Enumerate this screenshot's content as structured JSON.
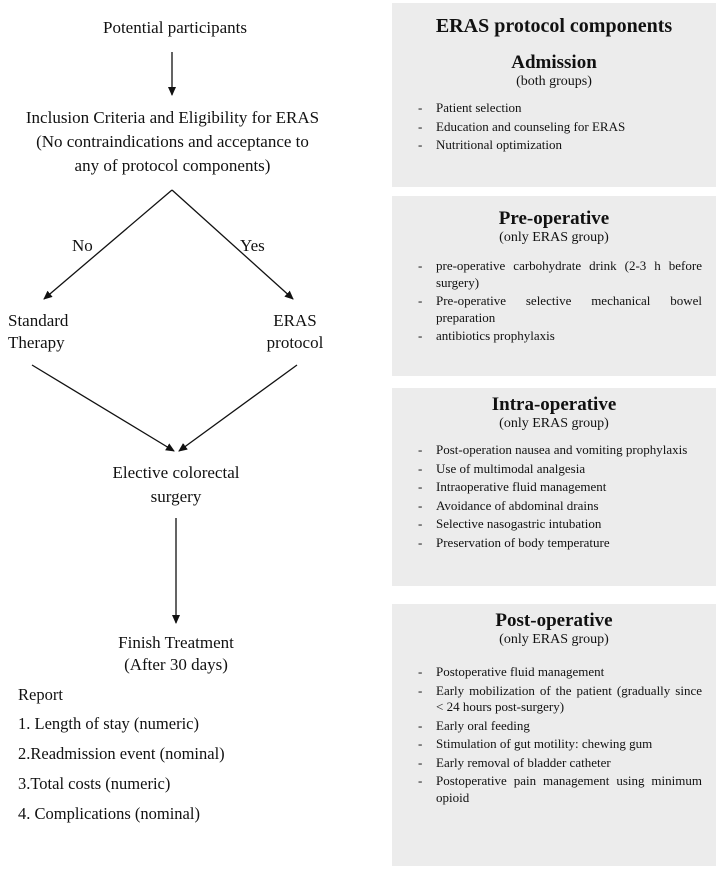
{
  "flowchart": {
    "start": "Potential participants",
    "criteria_lines": [
      "Inclusion Criteria and Eligibility  for ERAS",
      "(No contraindications and acceptance to",
      "any of protocol components)"
    ],
    "branch_no": "No",
    "branch_yes": "Yes",
    "standard_lines": [
      "Standard",
      "Therapy"
    ],
    "eras_lines": [
      "ERAS",
      "protocol"
    ],
    "surgery_lines": [
      "Elective colorectal",
      "surgery"
    ],
    "finish_lines": [
      "Finish Treatment",
      "(After 30 days)"
    ],
    "report": {
      "title": "Report",
      "items": [
        "1. Length of stay (numeric)",
        "2.Readmission event (nominal)",
        "3.Total costs (numeric)",
        "4. Complications (nominal)"
      ]
    }
  },
  "protocol": {
    "title": "ERAS protocol components",
    "sections": [
      {
        "title": "Admission",
        "subtitle": "(both groups)",
        "items": [
          "Patient selection",
          "Education and counseling  for ERAS",
          "Nutritional  optimization"
        ]
      },
      {
        "title": "Pre-operative",
        "subtitle": "(only ERAS group)",
        "items": [
          "pre-operative carbohydrate drink (2-3 h before surgery)",
          "Pre-operative selective mechanical bowel preparation",
          "antibiotics  prophylaxis"
        ]
      },
      {
        "title": "Intra-operative",
        "subtitle": "(only ERAS group)",
        "items": [
          "Post-operation nausea and vomiting prophylaxis",
          "Use of multimodal analgesia",
          "Intraoperative fluid management",
          "Avoidance of abdominal drains",
          "Selective nasogastric intubation",
          "Preservation  of body temperature"
        ]
      },
      {
        "title": "Post-operative",
        "subtitle": "(only ERAS group)",
        "items": [
          "Postoperative fluid management",
          "Early mobilization of the patient (gradually since < 24 hours post-surgery)",
          "Early oral feeding",
          "Stimulation of gut motility: chewing gum",
          "Early removal of bladder catheter",
          "Postoperative pain management using minimum opioid"
        ]
      }
    ]
  }
}
